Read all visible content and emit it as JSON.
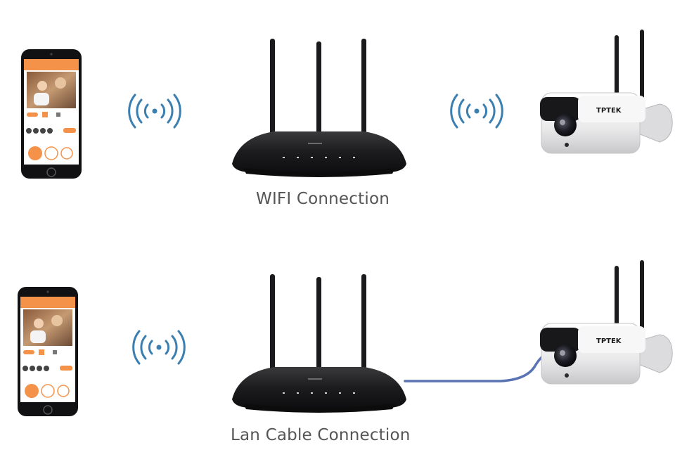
{
  "captions": {
    "wifi": "WIFI Connection",
    "lan": "Lan Cable Connection"
  },
  "camera": {
    "brand_logo": "TPTEK"
  },
  "colors": {
    "signal_waves": "#3a7fb0",
    "lan_cable": "#5a73b3",
    "app_accent": "#f5924a",
    "router_body": "#1d1d1f"
  },
  "icons": [
    "smartphone-icon",
    "wifi-signal-icon",
    "router-icon",
    "ip-camera-icon",
    "lan-cable-icon"
  ]
}
